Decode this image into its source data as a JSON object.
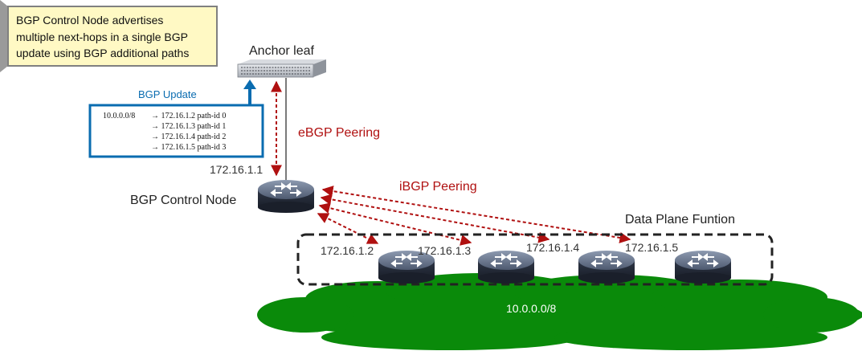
{
  "callout": {
    "lines": [
      "BGP Control Node advertises",
      "multiple next-hops in a single BGP",
      "update using BGP additional paths"
    ]
  },
  "anchor_leaf": {
    "label": "Anchor leaf"
  },
  "bgp_update": {
    "label": "BGP Update",
    "prefix": "10.0.0.0/8",
    "routes": [
      "→ 172.16.1.2 path-id 0",
      "→ 172.16.1.3 path-id 1",
      "→ 172.16.1.4 path-id 2",
      "→ 172.16.1.5 path-id 3"
    ]
  },
  "ebgp": {
    "label": "eBGP Peering"
  },
  "ibgp": {
    "label": "iBGP Peering"
  },
  "control_node": {
    "ip": "172.16.1.1",
    "label": "BGP Control Node"
  },
  "data_plane": {
    "label": "Data Plane Funtion",
    "ips": [
      "172.16.1.2",
      "172.16.1.3",
      "172.16.1.4",
      "172.16.1.5"
    ]
  },
  "network": {
    "label": "10.0.0.0/8"
  },
  "colors": {
    "peering_red": "#b01010",
    "update_blue": "#0a6cb0",
    "cloud_green": "#0a8a0a",
    "callout_fill": "#fff9c4"
  }
}
